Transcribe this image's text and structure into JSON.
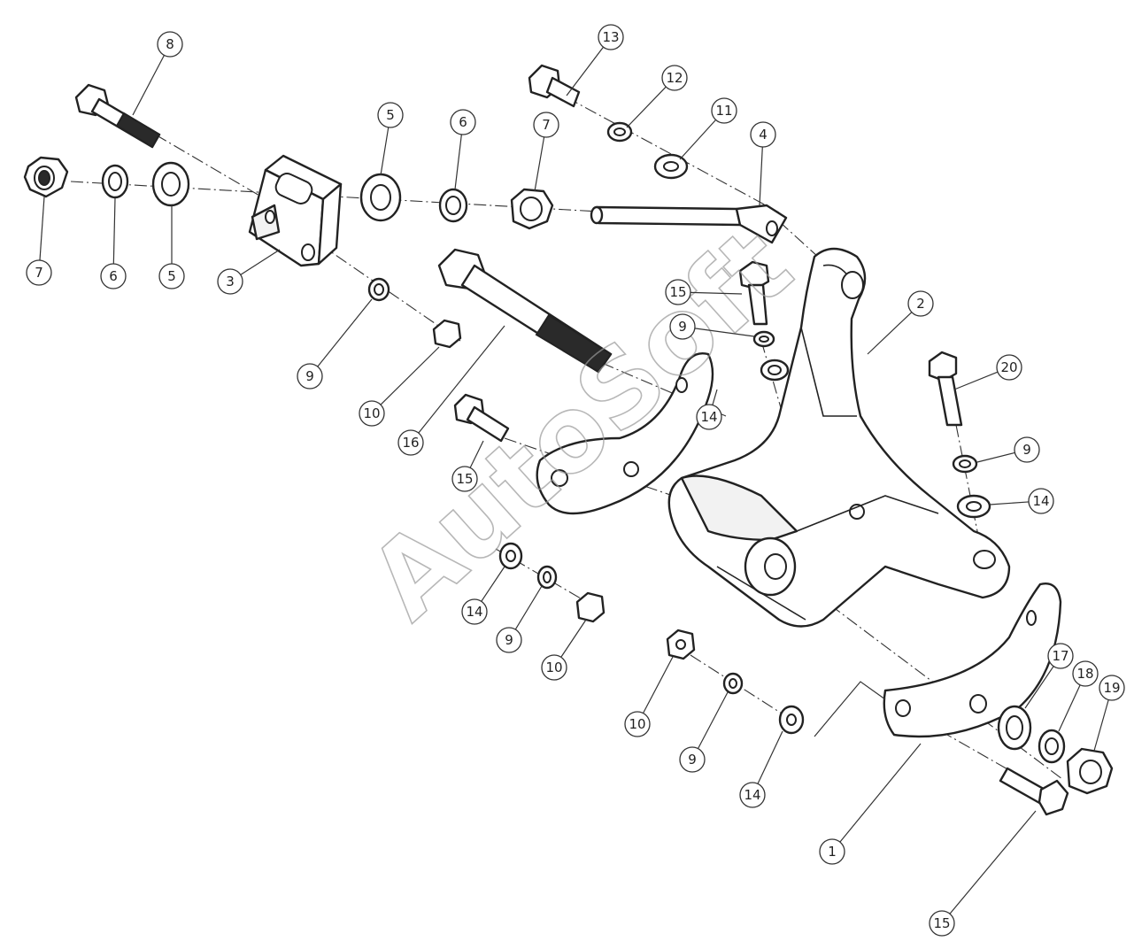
{
  "diagram": {
    "type": "exploded-parts-diagram",
    "watermark": "AutoSoft",
    "callouts": [
      "8",
      "13",
      "12",
      "11",
      "4",
      "5",
      "6",
      "7",
      "7",
      "6",
      "5",
      "3",
      "2",
      "15",
      "9",
      "9",
      "10",
      "16",
      "15",
      "14",
      "20",
      "9",
      "14",
      "14",
      "9",
      "10",
      "10",
      "9",
      "14",
      "17",
      "18",
      "19",
      "1",
      "15"
    ]
  }
}
